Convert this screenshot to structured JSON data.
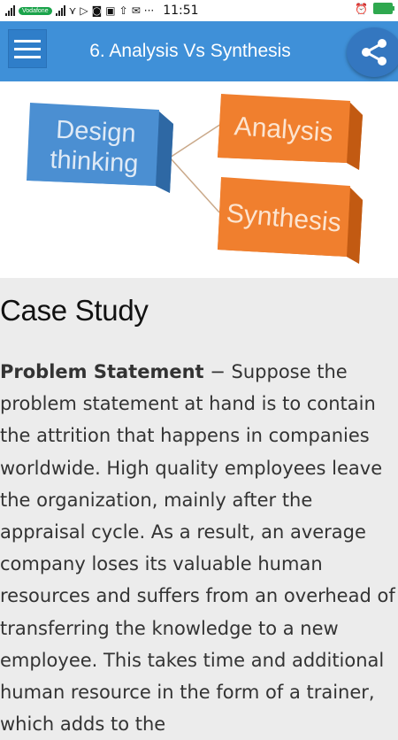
{
  "status_bar": {
    "carrier": "Vodafone",
    "time": "11:51"
  },
  "app_bar": {
    "title": "6. Analysis Vs Synthesis"
  },
  "diagram": {
    "center": [
      "Design",
      "thinking"
    ],
    "top": "Analysis",
    "bottom": "Synthesis",
    "colors": {
      "blue": "#4b8fd2",
      "orange": "#f07f2e"
    }
  },
  "content": {
    "heading": "Case Study",
    "term": "Problem Statement",
    "body": " − Suppose the problem statement at hand is to contain the attrition that happens in companies worldwide. High quality employees leave the organization, mainly after the appraisal cycle. As a result, an average company loses its valuable human resources and suffers from an overhead of transferring the knowledge to a new employee. This takes time and additional human resource in the form of a trainer, which adds to the"
  }
}
